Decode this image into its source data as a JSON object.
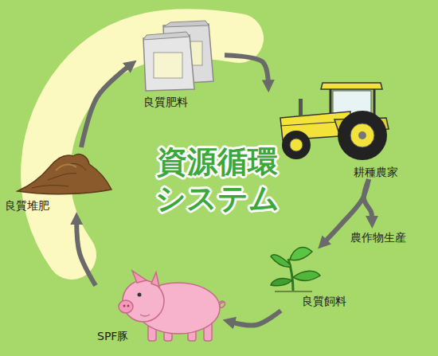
{
  "diagram": {
    "title": "資源循環 システム",
    "nodes": [
      {
        "text": [
          "良質肥料"
        ]
      },
      {
        "text": [
          "耕種農家"
        ]
      },
      {
        "text": [
          "農作物生産"
        ]
      },
      {
        "text": [
          "良質飼料"
        ]
      },
      {
        "text": [
          "SPF豚"
        ]
      },
      {
        "text": [
          "良質堆肥"
        ]
      }
    ],
    "edges": [
      {
        "from": 0,
        "to": 1,
        "arrow": "to"
      },
      {
        "from": 1,
        "to": 2,
        "arrow": "to"
      },
      {
        "from": 1,
        "to": 3,
        "arrow": "to"
      },
      {
        "from": 3,
        "to": 4,
        "arrow": "to"
      },
      {
        "from": 4,
        "to": 5,
        "arrow": "to"
      },
      {
        "from": 5,
        "to": 0,
        "arrow": "to"
      }
    ]
  }
}
